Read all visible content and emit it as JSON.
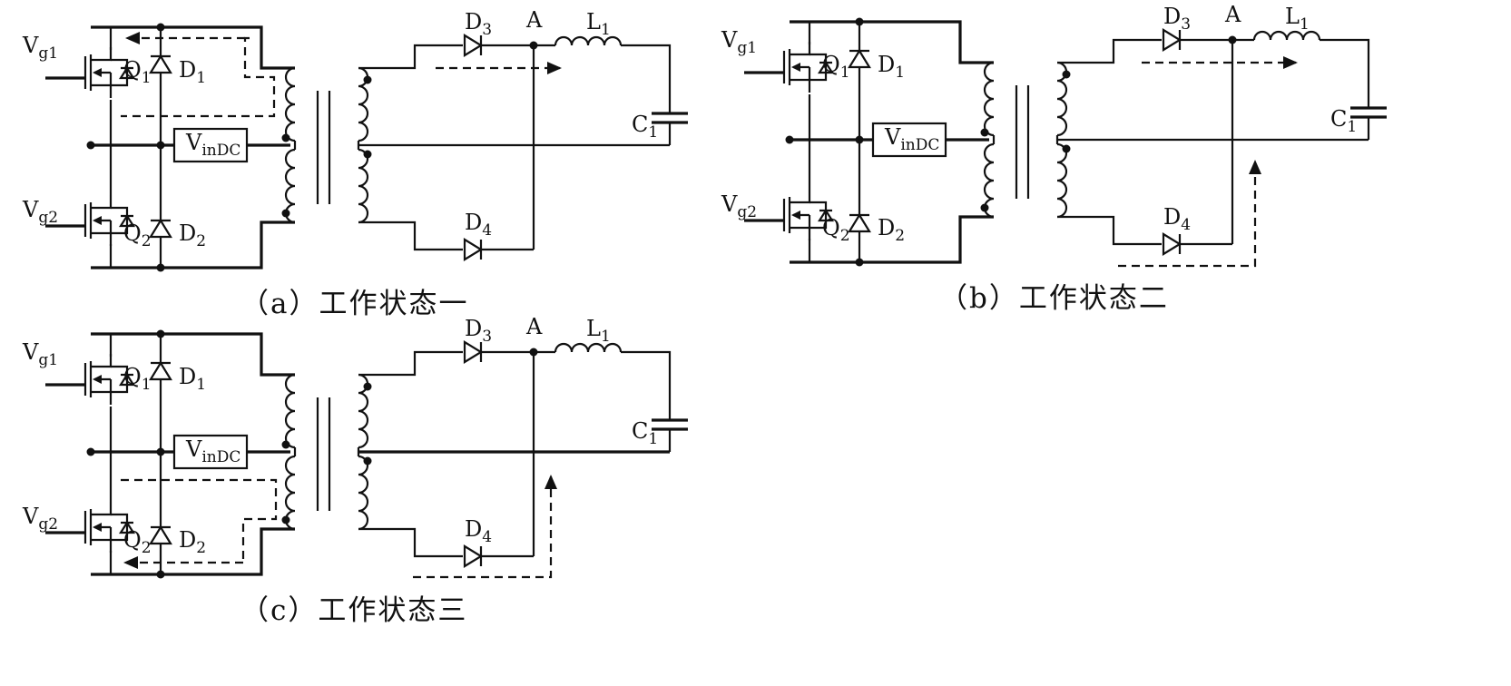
{
  "circuits": [
    {
      "id": "a",
      "caption": "（a）工作状态一",
      "labels": {
        "vg1": "V",
        "vg1_sub": "g1",
        "vg2": "V",
        "vg2_sub": "g2",
        "q1": "Q",
        "q1_sub": "1",
        "q2": "Q",
        "q2_sub": "2",
        "d1": "D",
        "d1_sub": "1",
        "d2": "D",
        "d2_sub": "2",
        "d3": "D",
        "d3_sub": "3",
        "d4": "D",
        "d4_sub": "4",
        "node_a": "A",
        "l1": "L",
        "l1_sub": "1",
        "c1": "C",
        "c1_sub": "1",
        "vin": "V",
        "vin_sub": "inDC"
      }
    },
    {
      "id": "b",
      "caption": "（b）工作状态二",
      "labels": {
        "vg1": "V",
        "vg1_sub": "g1",
        "vg2": "V",
        "vg2_sub": "g2",
        "q1": "Q",
        "q1_sub": "1",
        "q2": "Q",
        "q2_sub": "2",
        "d1": "D",
        "d1_sub": "1",
        "d2": "D",
        "d2_sub": "2",
        "d3": "D",
        "d3_sub": "3",
        "d4": "D",
        "d4_sub": "4",
        "node_a": "A",
        "l1": "L",
        "l1_sub": "1",
        "c1": "C",
        "c1_sub": "1",
        "vin": "V",
        "vin_sub": "inDC"
      }
    },
    {
      "id": "c",
      "caption": "（c）工作状态三",
      "labels": {
        "vg1": "V",
        "vg1_sub": "g1",
        "vg2": "V",
        "vg2_sub": "g2",
        "q1": "Q",
        "q1_sub": "1",
        "q2": "Q",
        "q2_sub": "2",
        "d1": "D",
        "d1_sub": "1",
        "d2": "D",
        "d2_sub": "2",
        "d3": "D",
        "d3_sub": "3",
        "d4": "D",
        "d4_sub": "4",
        "node_a": "A",
        "l1": "L",
        "l1_sub": "1",
        "c1": "C",
        "c1_sub": "1",
        "vin": "V",
        "vin_sub": "inDC"
      }
    }
  ]
}
